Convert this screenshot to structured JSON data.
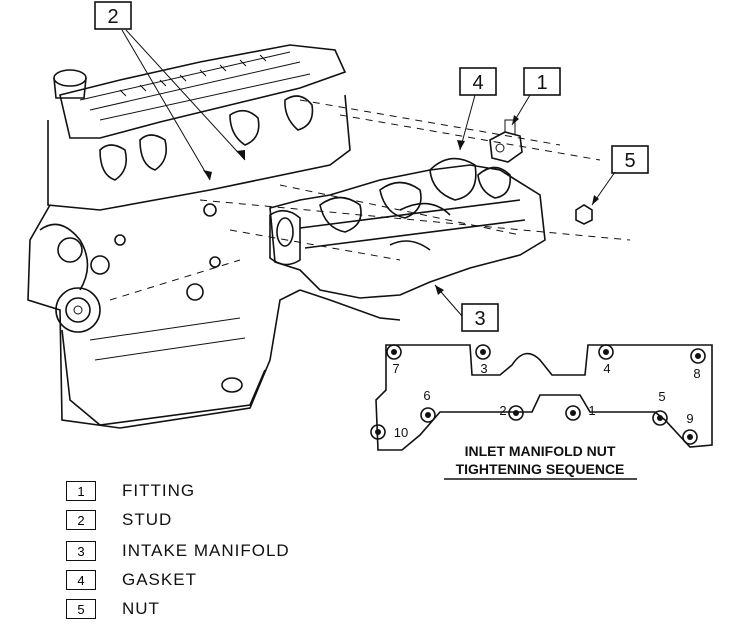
{
  "callouts": [
    "2",
    "4",
    "1",
    "5",
    "3"
  ],
  "sequence": {
    "numbers": [
      "7",
      "3",
      "4",
      "8",
      "6",
      "2",
      "1",
      "5",
      "10",
      "9"
    ],
    "caption_line1": "INLET MANIFOLD NUT",
    "caption_line2": "TIGHTENING SEQUENCE"
  },
  "legend": [
    {
      "num": "1",
      "label": "FITTING"
    },
    {
      "num": "2",
      "label": "STUD"
    },
    {
      "num": "3",
      "label": "INTAKE MANIFOLD"
    },
    {
      "num": "4",
      "label": "GASKET"
    },
    {
      "num": "5",
      "label": "NUT"
    }
  ]
}
